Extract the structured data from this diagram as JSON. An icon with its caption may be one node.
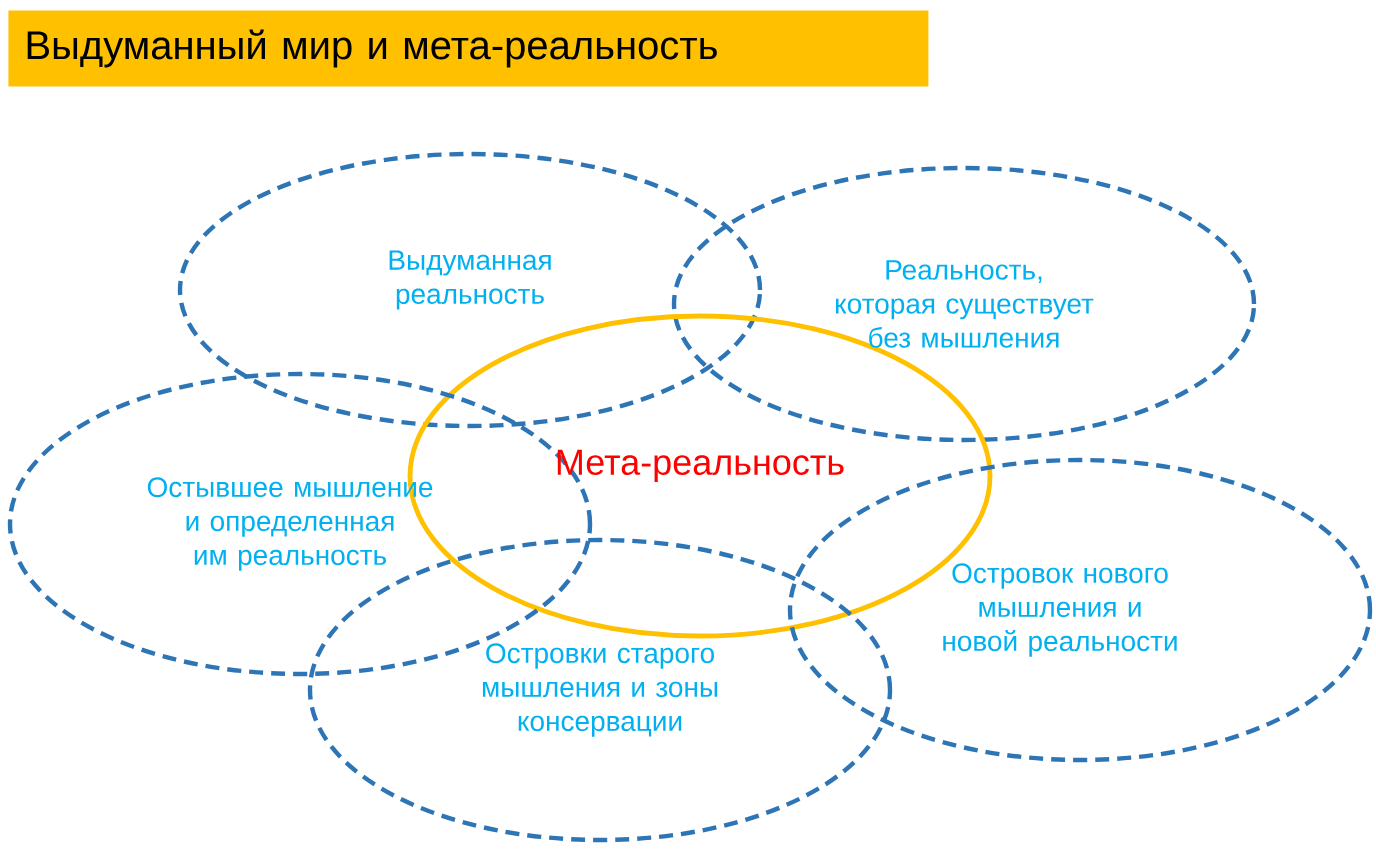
{
  "diagram": {
    "title": "Выдуманный мир и мета-реальность",
    "nodes": [
      {
        "text": [
          "Выдуманная реальность"
        ]
      },
      {
        "text": [
          "Реальность, которая существует без мышления"
        ]
      },
      {
        "text": [
          "Мета-реальность"
        ]
      },
      {
        "text": [
          "Остывшее мышление и определенная им реальность"
        ]
      },
      {
        "text": [
          "Островок нового мышления и новой реальности"
        ]
      },
      {
        "text": [
          "Островки старого мышления и зоны консервации"
        ]
      }
    ],
    "edges": []
  }
}
